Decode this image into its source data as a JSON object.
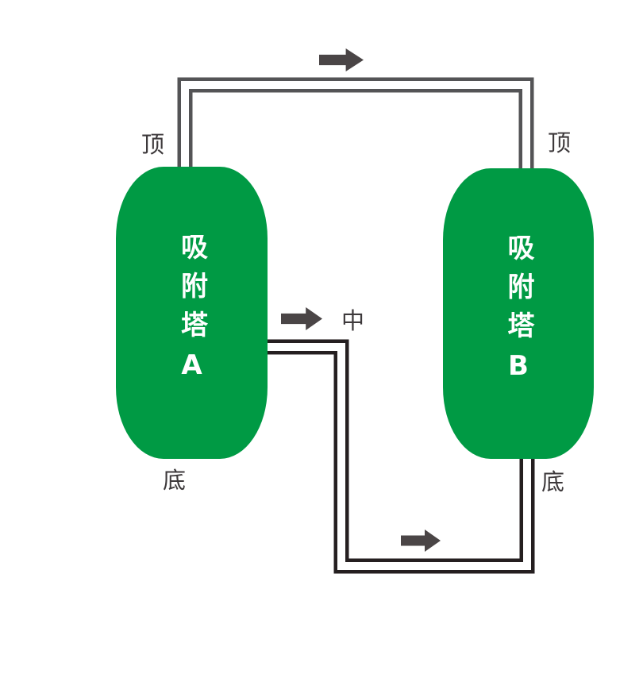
{
  "diagram": {
    "type": "process-flow-diagram",
    "tower_a": {
      "name": "吸附塔A",
      "top_port": "顶",
      "bottom_port": "底"
    },
    "tower_b": {
      "name": "吸附塔B",
      "top_port": "顶",
      "bottom_port": "底"
    },
    "mid_port": "中",
    "flows": [
      {
        "id": "top-pipe",
        "from": "tower-a-top",
        "to": "tower-b-top",
        "direction": "right"
      },
      {
        "id": "middle-bottom-pipe",
        "from": "tower-a-middle",
        "to": "tower-b-bottom",
        "direction": "right-down-right-up"
      }
    ],
    "colors": {
      "tower_fill": "#009A44",
      "tower_text": "#FFFFFF",
      "pipe_top_gray": "#545456",
      "pipe_dark": "#251F20",
      "arrow": "#4A4546",
      "port_label": "#3D393B"
    }
  }
}
